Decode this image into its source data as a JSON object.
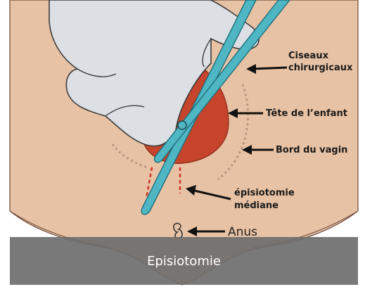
{
  "labels": {
    "scissors": [
      "Ciseaux",
      "chirurgicaux"
    ],
    "head": "Tête de l’enfant",
    "vagina_edge": "Bord du vagin",
    "episiotomy": [
      "épisiotomie",
      "médiane"
    ],
    "anus": "Anus"
  },
  "caption": "Episiotomie",
  "colors": {
    "skin": "#e8c2a4",
    "glove": "#dcdfe3",
    "head": "#c6442c",
    "scissors": "#4fb6c4",
    "incision_line": "#d2352c",
    "vagina_edge_dots": "#b89580",
    "caption_band": "#6e6e6e"
  }
}
